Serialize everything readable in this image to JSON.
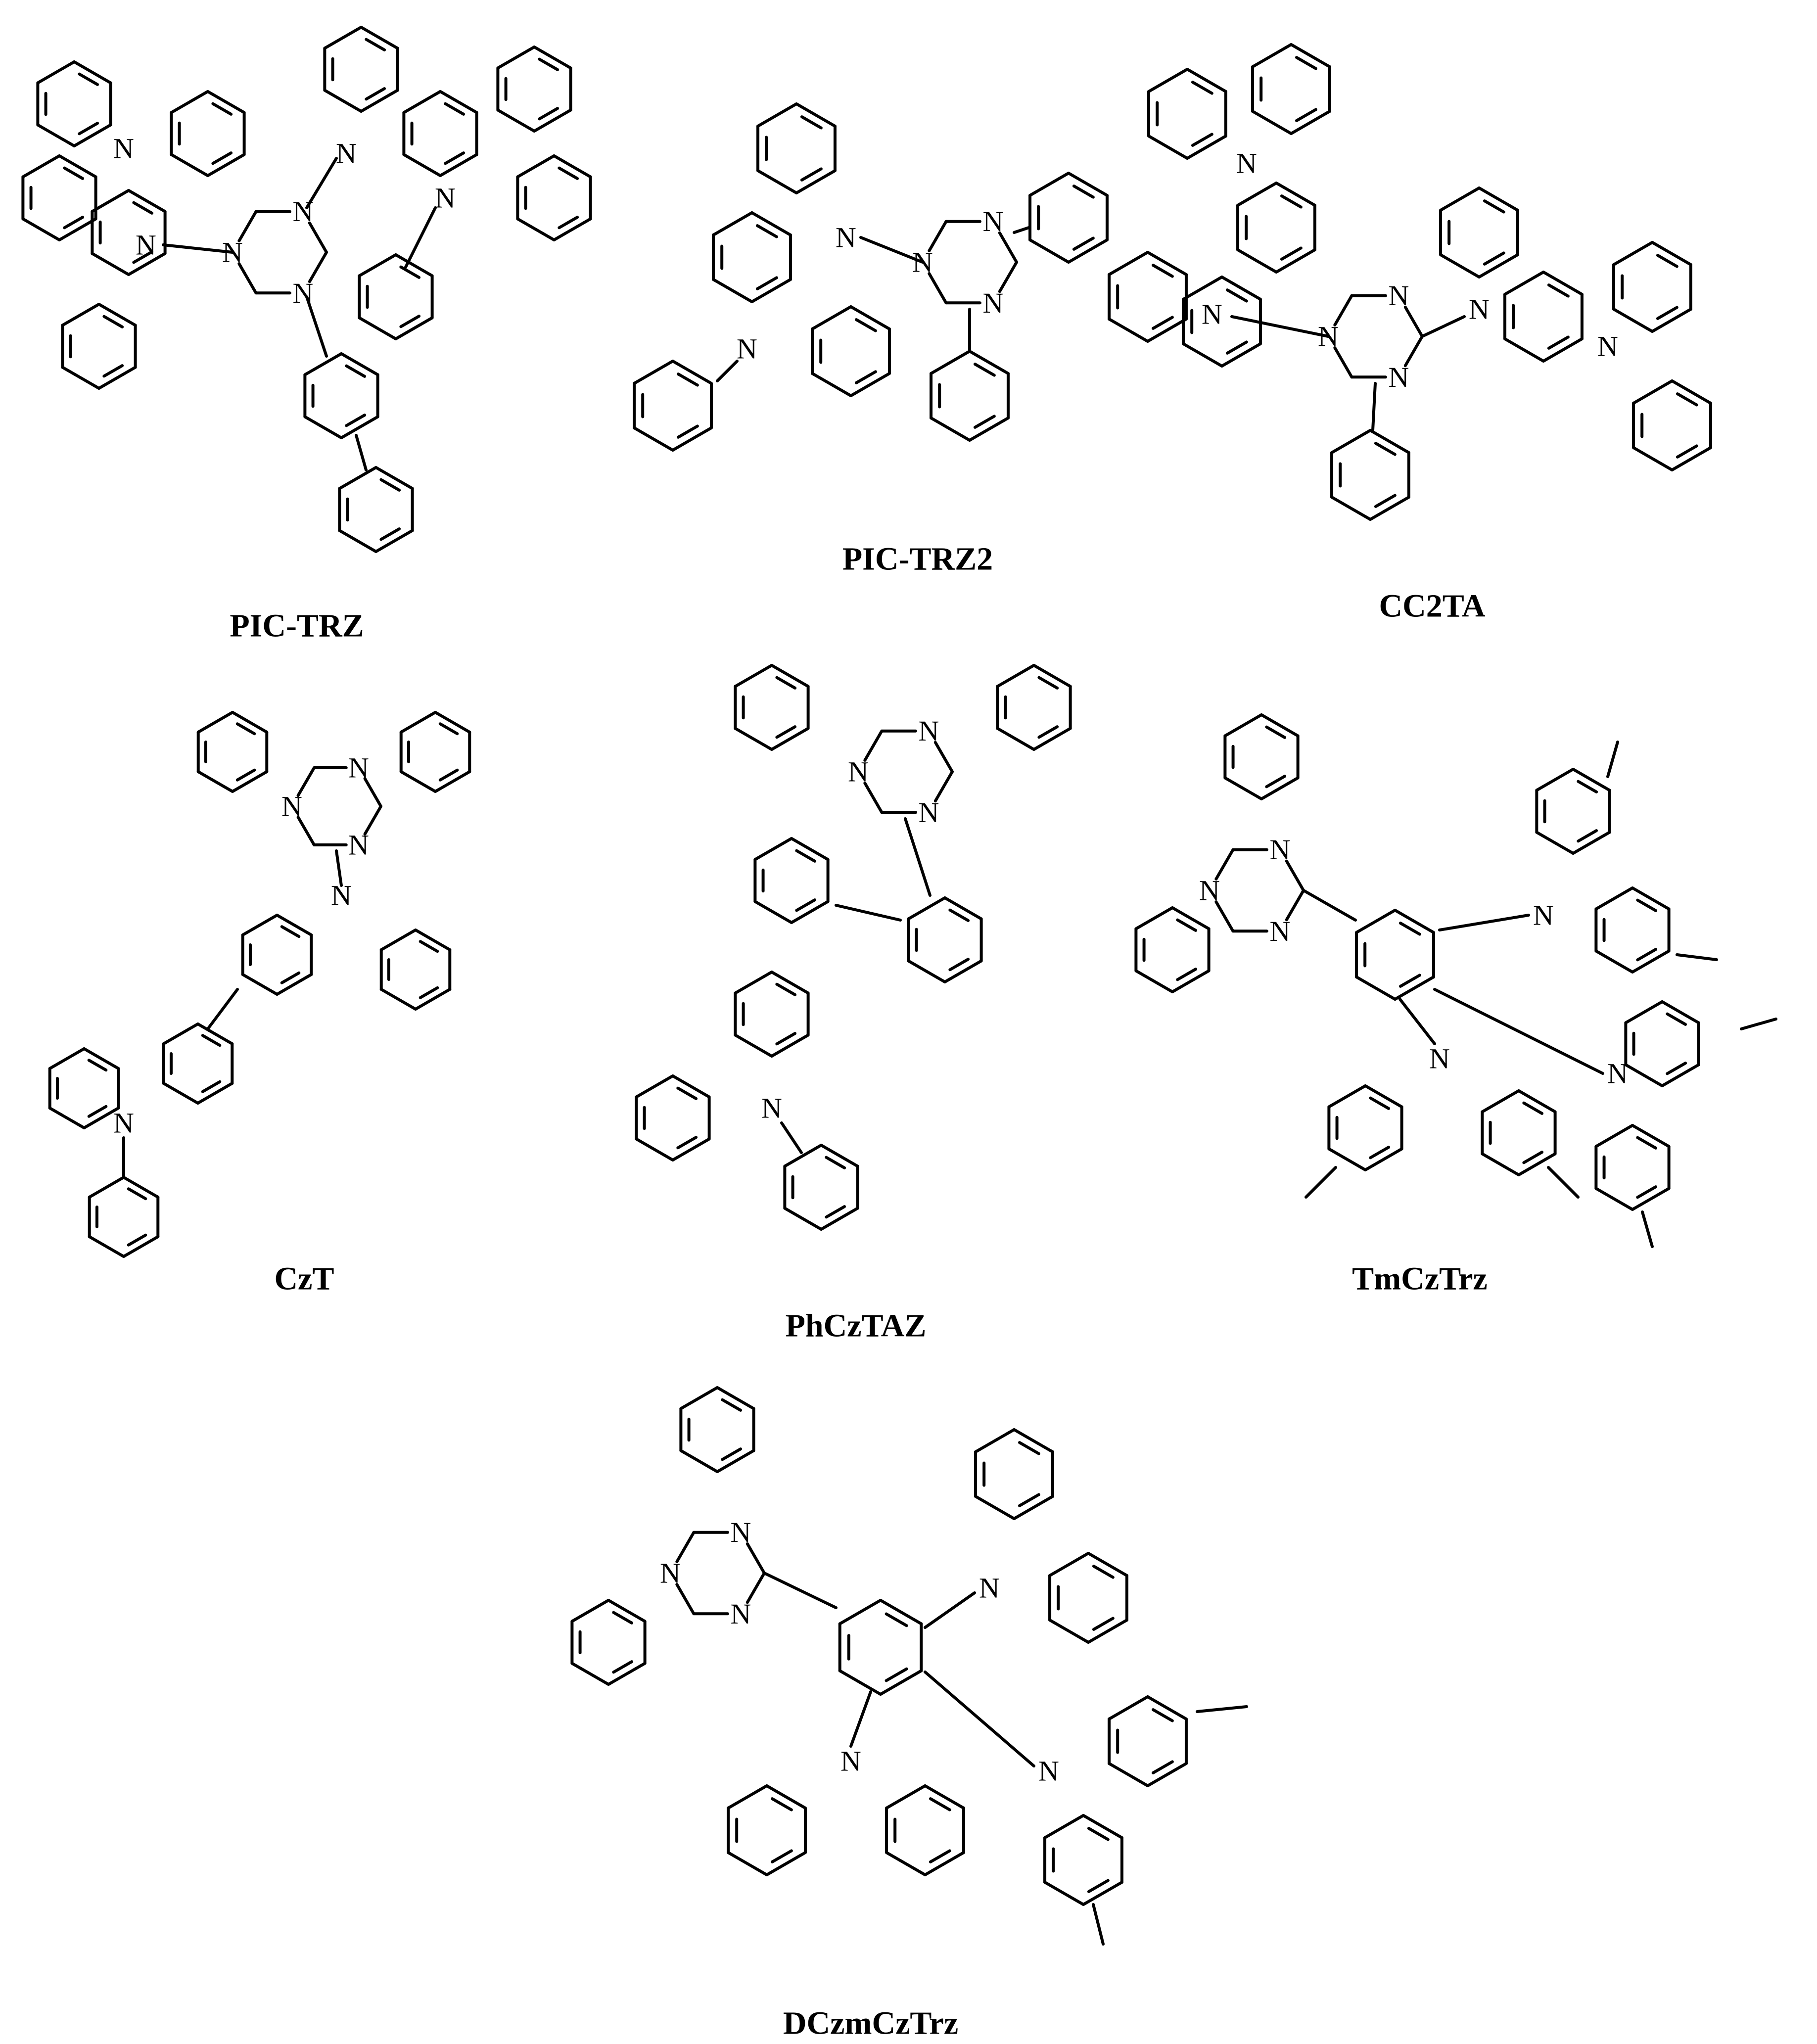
{
  "molecules": [
    {
      "id": "pic-trz",
      "label": "PIC-TRZ"
    },
    {
      "id": "pic-trz2",
      "label": "PIC-TRZ2"
    },
    {
      "id": "cc2ta",
      "label": "CC2TA"
    },
    {
      "id": "czt",
      "label": "CzT"
    },
    {
      "id": "phcztaz",
      "label": "PhCzTAZ"
    },
    {
      "id": "tmcztrz",
      "label": "TmCzTrz"
    },
    {
      "id": "dczmcztrz",
      "label": "DCzmCzTrz"
    }
  ],
  "atom_symbol": "N"
}
